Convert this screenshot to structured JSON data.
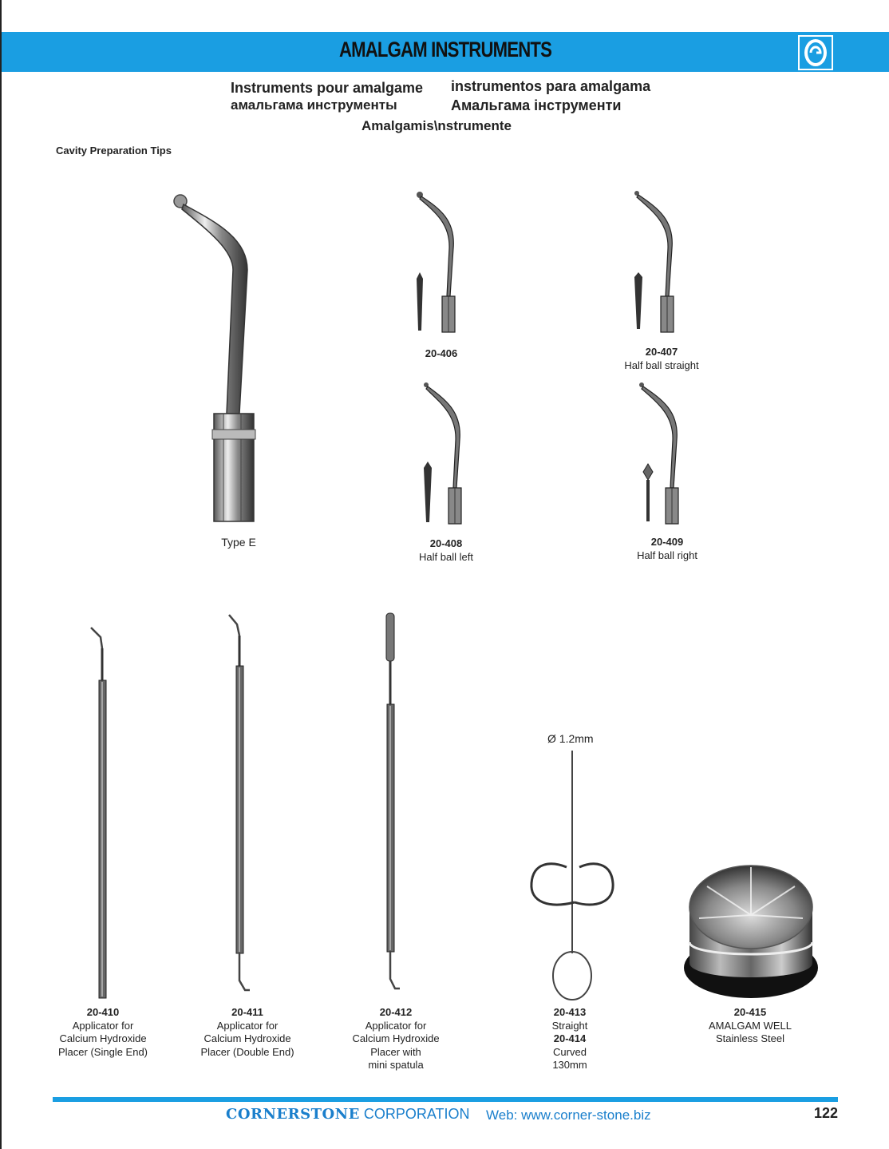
{
  "header": {
    "title": "AMALGAM INSTRUMENTS"
  },
  "subtitles": {
    "fr": "Instruments pour amalgame",
    "es": "instrumentos para amalgama",
    "ru": "амальгама инструменты",
    "uk": "Амальгама інструменти",
    "de": "Amalgamis\\nstrumente"
  },
  "section": {
    "label": "Cavity Preparation Tips"
  },
  "products": {
    "typeE": {
      "caption": "Type E"
    },
    "p406": {
      "code": "20-406"
    },
    "p407": {
      "code": "20-407",
      "desc": "Half ball straight"
    },
    "p408": {
      "code": "20-408",
      "desc": "Half ball left"
    },
    "p409": {
      "code": "20-409",
      "desc": "Half ball right"
    },
    "p410": {
      "code": "20-410",
      "line1": "Applicator for",
      "line2": "Calcium Hydroxide",
      "line3": "Placer (Single End)"
    },
    "p411": {
      "code": "20-411",
      "line1": "Applicator for",
      "line2": "Calcium Hydroxide",
      "line3": "Placer (Double End)"
    },
    "p412": {
      "code": "20-412",
      "line1": "Applicator for",
      "line2": "Calcium Hydroxide",
      "line3": "Placer with",
      "line4": "mini spatula"
    },
    "p413": {
      "code": "20-413",
      "desc": "Straight",
      "code2": "20-414",
      "desc2": "Curved",
      "size": "130mm",
      "diameter": "Ø 1.2mm"
    },
    "p415": {
      "code": "20-415",
      "line1": "AMALGAM WELL",
      "line2": "Stainless Steel"
    }
  },
  "footer": {
    "company_bold": "CORNERSTONE",
    "company_rest": "CORPORATION",
    "web": "Web: www.corner-stone.biz",
    "page": "122"
  },
  "colors": {
    "accent": "#1a9ee2",
    "footer_text": "#1a7fcc"
  }
}
